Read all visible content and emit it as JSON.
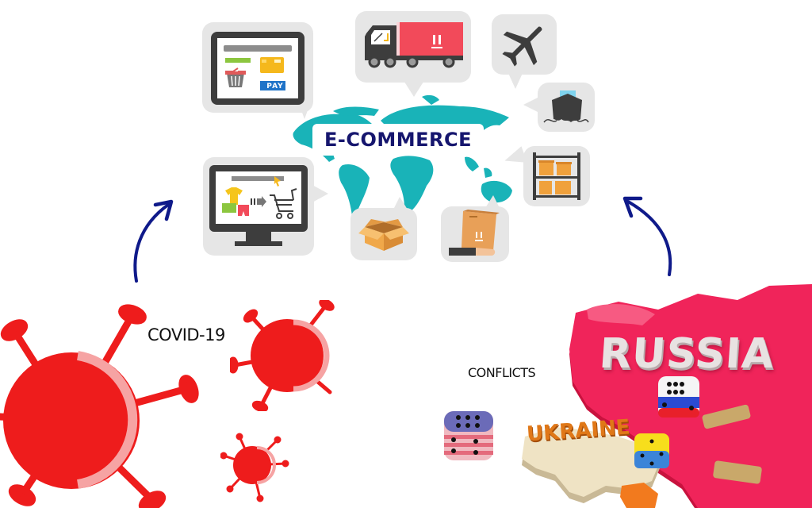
{
  "diagram": {
    "center": {
      "title": "E-COMMERCE",
      "map_color": "#19b3b8",
      "title_color": "#16166e"
    },
    "icons": [
      {
        "name": "online-shop-pay",
        "button_label": "PAY"
      },
      {
        "name": "delivery-truck"
      },
      {
        "name": "airplane"
      },
      {
        "name": "cargo-ship"
      },
      {
        "name": "warehouse-shelves"
      },
      {
        "name": "online-cart-monitor"
      },
      {
        "name": "open-box"
      },
      {
        "name": "package-handover"
      }
    ],
    "causes": [
      {
        "label": "COVID-19",
        "color": "#ee1c1c"
      },
      {
        "label": "CONFLICTS",
        "map_labels": [
          "RUSSIA",
          "UKRAINE"
        ],
        "russia_color": "#f0245a",
        "ukraine_color": "#efe3c4"
      }
    ],
    "arrow_color": "#0f1a8a"
  }
}
